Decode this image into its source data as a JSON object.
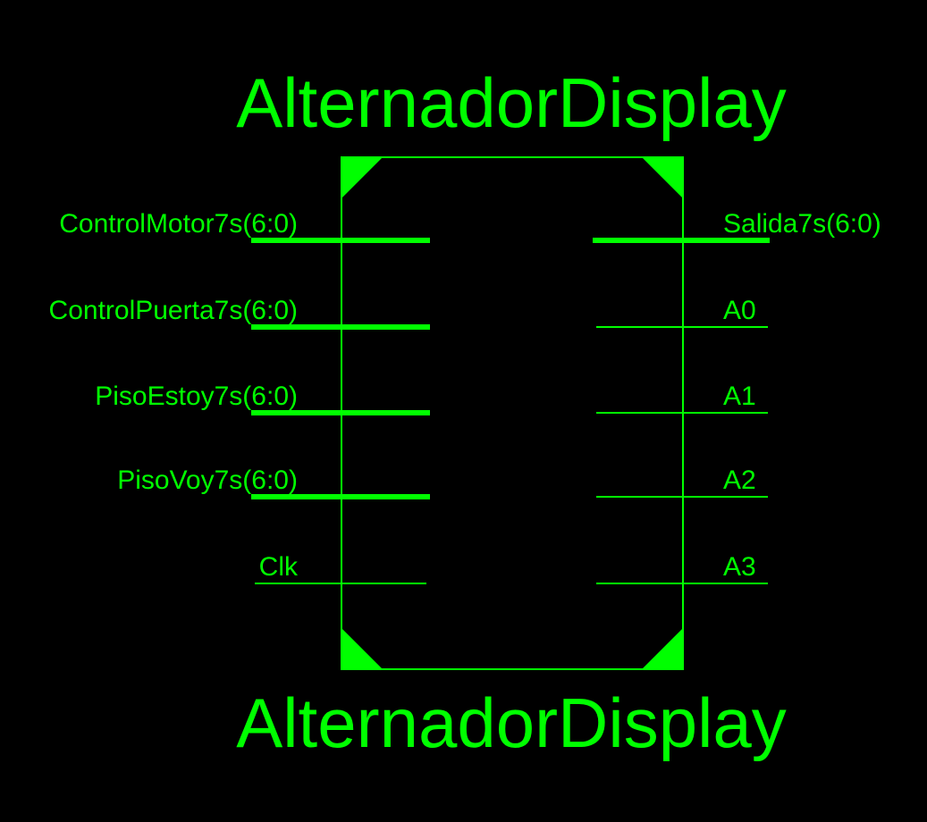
{
  "diagram": {
    "title_top": "AlternadorDisplay",
    "title_bottom": "AlternadorDisplay",
    "color": "#00ff00",
    "background": "#000000",
    "inputs": [
      {
        "label": "ControlMotor7s(6:0)",
        "bus": true
      },
      {
        "label": "ControlPuerta7s(6:0)",
        "bus": true
      },
      {
        "label": "PisoEstoy7s(6:0)",
        "bus": true
      },
      {
        "label": "PisoVoy7s(6:0)",
        "bus": true
      },
      {
        "label": "Clk",
        "bus": false
      }
    ],
    "outputs": [
      {
        "label": "Salida7s(6:0)",
        "bus": true
      },
      {
        "label": "A0",
        "bus": false
      },
      {
        "label": "A1",
        "bus": false
      },
      {
        "label": "A2",
        "bus": false
      },
      {
        "label": "A3",
        "bus": false
      }
    ]
  }
}
